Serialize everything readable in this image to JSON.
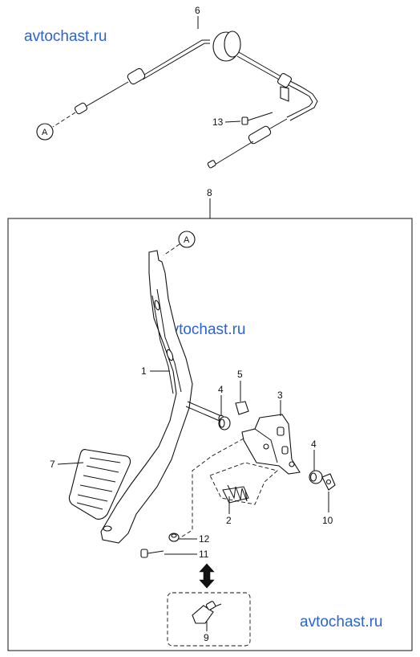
{
  "watermarks": [
    "avtochast.ru",
    "avtochast.ru",
    "avtochast.ru"
  ],
  "callouts": {
    "c1": "1",
    "c2": "2",
    "c3": "3",
    "c4a": "4",
    "c4b": "4",
    "c5": "5",
    "c6": "6",
    "c7": "7",
    "c8": "8",
    "c9": "9",
    "c10": "10",
    "c11": "11",
    "c12": "12",
    "c13": "13"
  },
  "refs": {
    "top_a": "A",
    "pedal_a": "A"
  }
}
